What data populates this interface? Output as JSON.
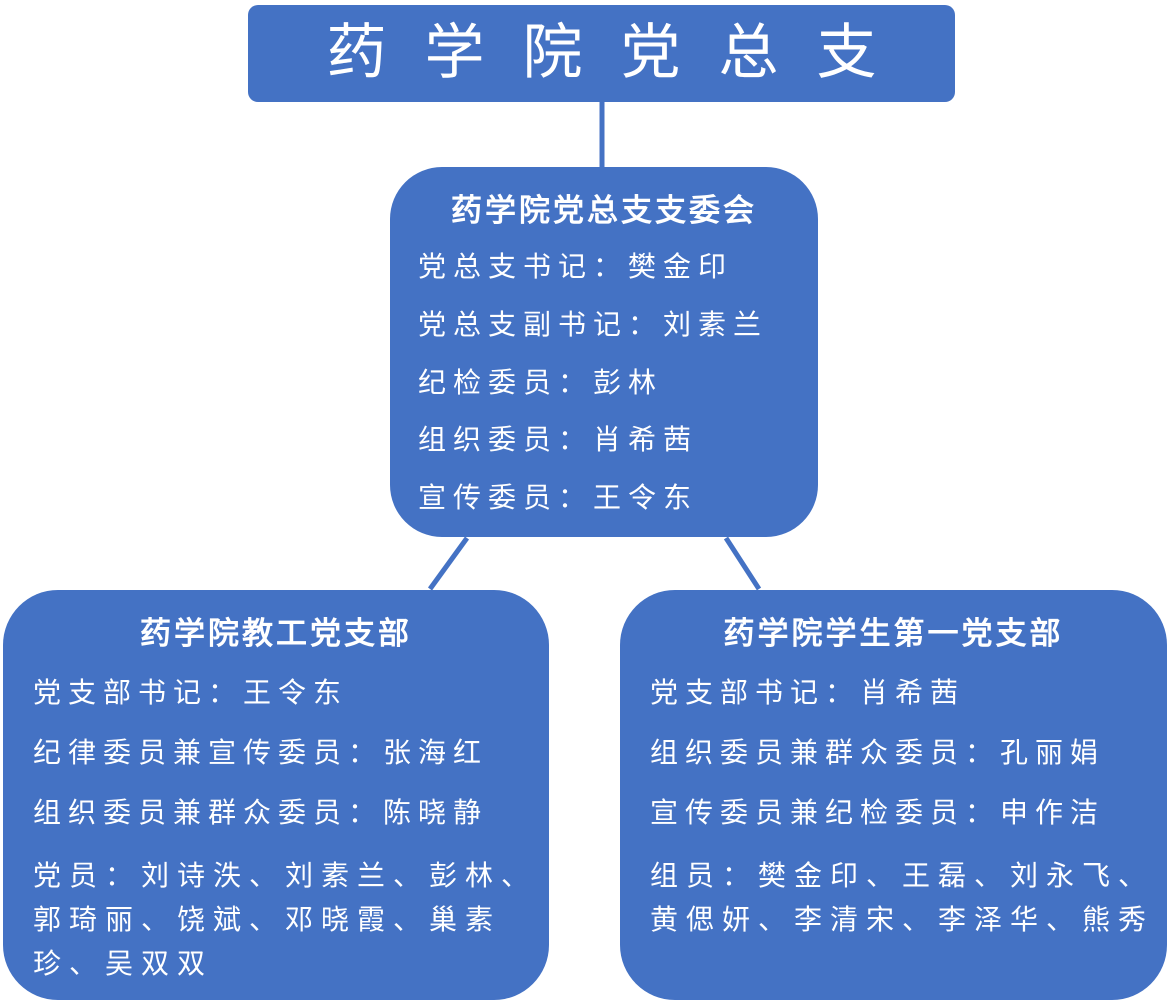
{
  "title": "药学院党总支",
  "committee": {
    "heading": "药学院党总支支委会",
    "lines": [
      "党总支书记：樊金印",
      "党总支副书记：刘素兰",
      "纪检委员：彭林",
      "组织委员：肖希茜",
      "宣传委员：王令东"
    ]
  },
  "faculty_branch": {
    "heading": "药学院教工党支部",
    "lines": [
      "党支部书记：王令东",
      "纪律委员兼宣传委员：张海红",
      "组织委员兼群众委员：陈晓静"
    ],
    "members": "党员：刘诗泆、刘素兰、彭林、郭琦丽、饶斌、邓晓霞、巢素珍、吴双双"
  },
  "student_branch": {
    "heading": "药学院学生第一党支部",
    "lines": [
      "党支部书记：肖希茜",
      "组织委员兼群众委员：孔丽娟",
      "宣传委员兼纪检委员：申作洁"
    ],
    "members": "组员：樊金印、王磊、刘永飞、黄偲妍、李清宋、李泽华、熊秀"
  },
  "colors": {
    "box": "#4472c4",
    "connector": "#4472c4",
    "text": "#ffffff"
  }
}
